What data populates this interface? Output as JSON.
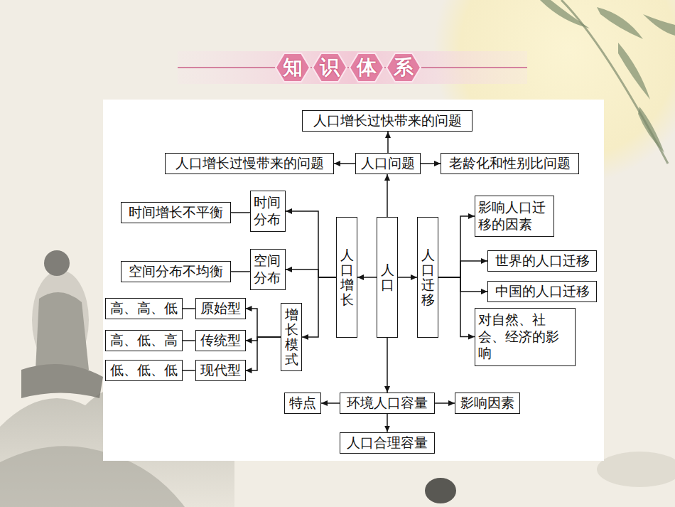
{
  "diagram": {
    "title": "知识体系",
    "nodes": [
      {
        "text": [
          "人口增长过快带来的问题"
        ]
      },
      {
        "text": [
          "人口增长过慢带来的问题"
        ]
      },
      {
        "text": [
          "人口问题"
        ]
      },
      {
        "text": [
          "老龄化和性别比问题"
        ]
      },
      {
        "text": [
          "时间增长不平衡"
        ]
      },
      {
        "text": [
          "时间分布"
        ]
      },
      {
        "text": [
          "影响人口迁移的因素"
        ]
      },
      {
        "text": [
          "人口增长"
        ]
      },
      {
        "text": [
          "人口"
        ]
      },
      {
        "text": [
          "人口迁移"
        ]
      },
      {
        "text": [
          "世界的人口迁移"
        ]
      },
      {
        "text": [
          "空间分布不均衡"
        ]
      },
      {
        "text": [
          "空间分布"
        ]
      },
      {
        "text": [
          "中国的人口迁移"
        ]
      },
      {
        "text": [
          "高、高、低"
        ]
      },
      {
        "text": [
          "原始型"
        ]
      },
      {
        "text": [
          "增长模式"
        ]
      },
      {
        "text": [
          "对自然、社会、经济的影响"
        ]
      },
      {
        "text": [
          "高、低、高"
        ]
      },
      {
        "text": [
          "传统型"
        ]
      },
      {
        "text": [
          "低、低、低"
        ]
      },
      {
        "text": [
          "现代型"
        ]
      },
      {
        "text": [
          "特点"
        ]
      },
      {
        "text": [
          "环境人口容量"
        ]
      },
      {
        "text": [
          "影响因素"
        ]
      },
      {
        "text": [
          "人口合理容量"
        ]
      }
    ],
    "edges": [
      {
        "from": 8,
        "to": 2,
        "arrow": "to"
      },
      {
        "from": 2,
        "to": 0,
        "arrow": "to"
      },
      {
        "from": 2,
        "to": 1,
        "arrow": "to"
      },
      {
        "from": 2,
        "to": 3,
        "arrow": "to"
      },
      {
        "from": 8,
        "to": 7,
        "arrow": "to"
      },
      {
        "from": 8,
        "to": 9,
        "arrow": "to"
      },
      {
        "from": 8,
        "to": 23,
        "arrow": "to"
      },
      {
        "from": 7,
        "to": 5,
        "arrow": "to"
      },
      {
        "from": 7,
        "to": 12,
        "arrow": "to"
      },
      {
        "from": 7,
        "to": 16,
        "arrow": "to"
      },
      {
        "from": 5,
        "to": 4,
        "arrow": "none"
      },
      {
        "from": 12,
        "to": 11,
        "arrow": "none"
      },
      {
        "from": 16,
        "to": 15,
        "arrow": "to"
      },
      {
        "from": 16,
        "to": 19,
        "arrow": "to"
      },
      {
        "from": 16,
        "to": 21,
        "arrow": "to"
      },
      {
        "from": 15,
        "to": 14,
        "arrow": "none"
      },
      {
        "from": 19,
        "to": 18,
        "arrow": "none"
      },
      {
        "from": 21,
        "to": 20,
        "arrow": "none"
      },
      {
        "from": 9,
        "to": 6,
        "arrow": "to"
      },
      {
        "from": 9,
        "to": 10,
        "arrow": "to"
      },
      {
        "from": 9,
        "to": 13,
        "arrow": "to"
      },
      {
        "from": 9,
        "to": 17,
        "arrow": "to"
      },
      {
        "from": 23,
        "to": 22,
        "arrow": "to"
      },
      {
        "from": 23,
        "to": 24,
        "arrow": "to"
      },
      {
        "from": 23,
        "to": 25,
        "arrow": "to"
      }
    ]
  }
}
